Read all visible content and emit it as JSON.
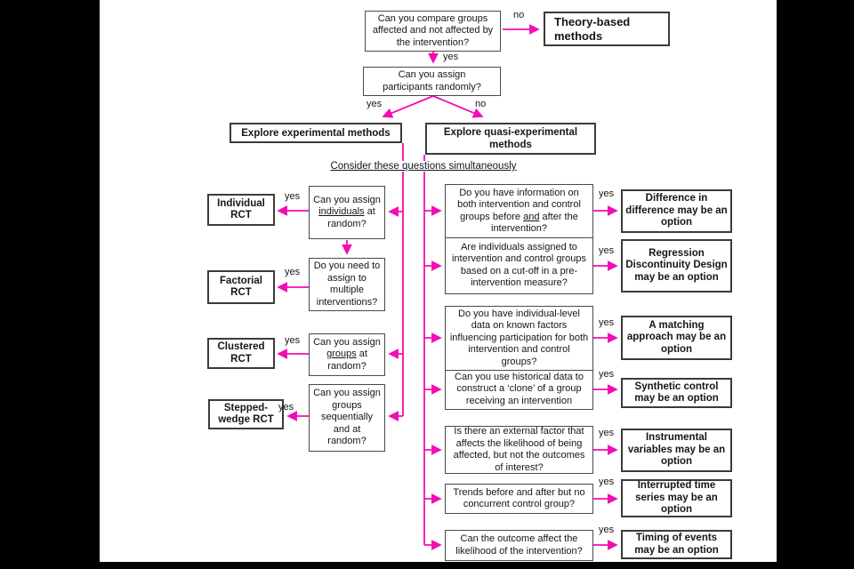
{
  "colors": {
    "arrow": "#f20db4",
    "box_border": "#3b3b3b",
    "background": "#000000",
    "panel": "#ffffff"
  },
  "labels": {
    "yes": "yes",
    "no": "no"
  },
  "top": {
    "q_compare": "Can you compare groups affected and not affected by the intervention?",
    "theory": "Theory-based methods",
    "q_random": "Can you assign participants randomly?",
    "explore_experimental": "Explore experimental methods",
    "explore_quasi": "Explore quasi-experimental methods",
    "consider": "Consider these questions simultaneously"
  },
  "experimental": {
    "questions": [
      {
        "pre": "Can you assign ",
        "u": "individuals",
        "post": " at random?"
      },
      {
        "pre": "Do you need to assign to multiple interventions?",
        "u": "",
        "post": ""
      },
      {
        "pre": "Can you assign ",
        "u": "groups",
        "post": " at random?"
      },
      {
        "pre": "Can you assign groups sequentially and at random?",
        "u": "",
        "post": ""
      }
    ],
    "results": [
      "Individual RCT",
      "Factorial RCT",
      "Clustered RCT",
      "Stepped-wedge RCT"
    ]
  },
  "quasi": {
    "questions": [
      {
        "pre": "Do you have information on both intervention and control groups before ",
        "u": "and",
        "post": " after the intervention?"
      },
      {
        "pre": "Are individuals assigned to intervention and control groups based on a cut-off in a pre-intervention measure?",
        "u": "",
        "post": ""
      },
      {
        "pre": "Do you have individual-level data on known factors influencing participation for both intervention and control groups?",
        "u": "",
        "post": ""
      },
      {
        "pre": "Can you use historical data to construct a ‘clone’ of a group receiving an intervention",
        "u": "",
        "post": ""
      },
      {
        "pre": "Is there an external factor that affects the likelihood of being affected, but not the outcomes of interest?",
        "u": "",
        "post": ""
      },
      {
        "pre": "Trends before and after but no concurrent control group?",
        "u": "",
        "post": ""
      },
      {
        "pre": "Can the outcome affect the likelihood of the intervention?",
        "u": "",
        "post": ""
      }
    ],
    "results": [
      "Difference in difference may be an option",
      "Regression Discontinuity Design may be an option",
      "A matching approach may be an option",
      "Synthetic control may be an option",
      "Instrumental variables may be an option",
      "Interrupted time series may be an option",
      "Timing of events may be an option"
    ]
  }
}
